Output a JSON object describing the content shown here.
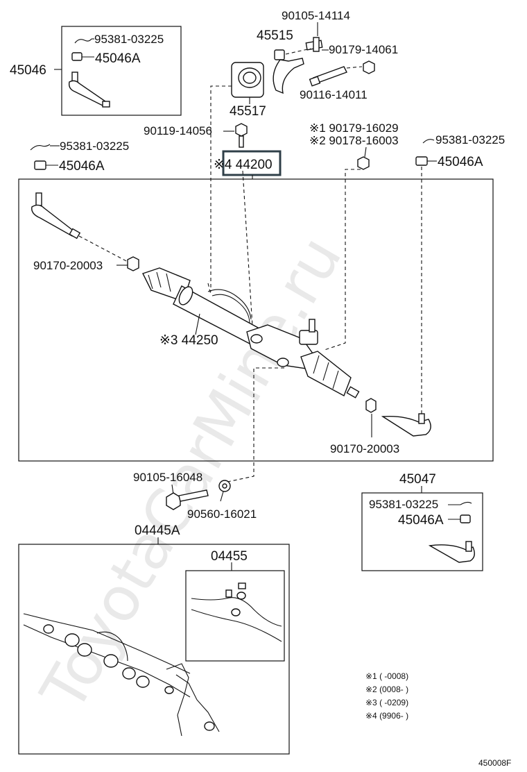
{
  "diagram": {
    "watermark": "ToyotaCarMine.ru",
    "figure_code": "450008F",
    "highlighted_part": "※4 44200",
    "parts": {
      "p90105_14114": "90105-14114",
      "p45515": "45515",
      "p90179_14061": "90179-14061",
      "p90116_14011": "90116-14011",
      "p45517": "45517",
      "p45046": "45046",
      "p95381_a": "95381-03225",
      "p45046A_a": "45046A",
      "p90119_14056": "90119-14056",
      "p95381_b": "95381-03225",
      "p45046A_b": "45046A",
      "p90179_16029": "※1 90179-16029",
      "p90178_16003": "※2 90178-16003",
      "p95381_c": "95381-03225",
      "p45046A_c": "45046A",
      "p90170_left": "90170-20003",
      "p44250": "※3 44250",
      "p90170_right": "90170-20003",
      "p90105_16048": "90105-16048",
      "p90560_16021": "90560-16021",
      "p45047": "45047",
      "p95381_d": "95381-03225",
      "p45046A_d": "45046A",
      "p04445A": "04445A",
      "p04455": "04455"
    },
    "notes": [
      "※1 (      -0008)",
      "※2 (0008-      )",
      "※3 (      -0209)",
      "※4 (9906-      )"
    ]
  }
}
